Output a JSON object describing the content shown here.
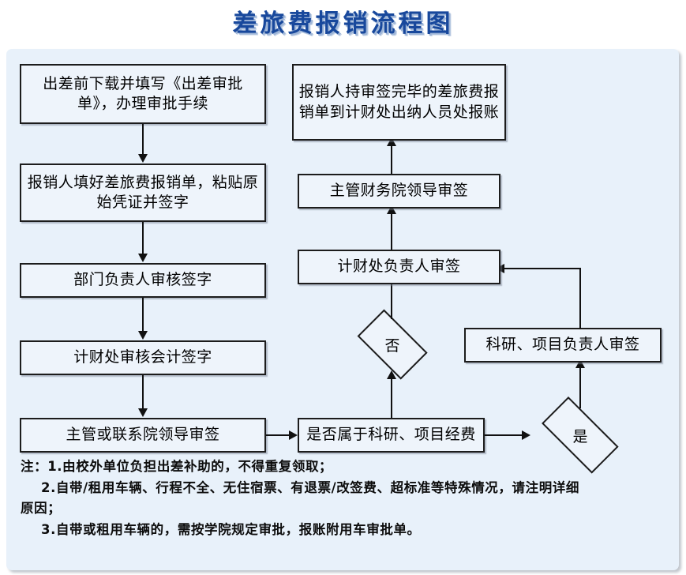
{
  "title": "差旅费报销流程图",
  "theme": {
    "title_color": "#18489c",
    "panel_bg": "#e8f1fa",
    "node_bg": "#eef4fb",
    "node_border": "#1c1c1c",
    "connector": "#111111",
    "page_bg": "#ffffff"
  },
  "flow": {
    "nodes": {
      "n1": {
        "label": "出差前下载并填写《出差审批单》，办理审批手续",
        "type": "process"
      },
      "n2": {
        "label": "报销人填好差旅费报销单，粘贴原始凭证并签字",
        "type": "process"
      },
      "n3": {
        "label": "部门负责人审核签字",
        "type": "process"
      },
      "n4": {
        "label": "计财处审核会计签字",
        "type": "process"
      },
      "n5": {
        "label": "主管或联系院领导审签",
        "type": "process"
      },
      "n6": {
        "label": "是否属于科研、项目经费",
        "type": "process"
      },
      "n7": {
        "label": "科研、项目负责人审签",
        "type": "process"
      },
      "n8": {
        "label": "计财处负责人审签",
        "type": "process"
      },
      "n9": {
        "label": "主管财务院领导审签",
        "type": "process"
      },
      "n10": {
        "label": "报销人持审签完毕的差旅费报销单到计财处出纳人员处报账",
        "type": "process"
      },
      "d_no": {
        "label": "否",
        "type": "decision"
      },
      "d_yes": {
        "label": "是",
        "type": "decision"
      }
    },
    "edges": [
      {
        "from": "n1",
        "to": "n2",
        "label": ""
      },
      {
        "from": "n2",
        "to": "n3",
        "label": ""
      },
      {
        "from": "n3",
        "to": "n4",
        "label": ""
      },
      {
        "from": "n4",
        "to": "n5",
        "label": ""
      },
      {
        "from": "n5",
        "to": "n6",
        "label": ""
      },
      {
        "from": "n6",
        "to": "d_yes",
        "label": "是"
      },
      {
        "from": "d_yes",
        "to": "n7",
        "label": ""
      },
      {
        "from": "n7",
        "to": "n8",
        "label": ""
      },
      {
        "from": "n6",
        "to": "d_no",
        "label": "否"
      },
      {
        "from": "d_no",
        "to": "n8",
        "label": ""
      },
      {
        "from": "n8",
        "to": "n9",
        "label": ""
      },
      {
        "from": "n9",
        "to": "n10",
        "label": ""
      }
    ]
  },
  "notes": {
    "line1": "注：1.由校外单位负担出差补助的，不得重复领取；",
    "line2": "2.自带/租用车辆、行程不全、无住宿票、有退票/改签费、超标准等特殊情况，请注明详细",
    "line3": "原因；",
    "line4": "3.自带或租用车辆的，需按学院规定审批，报账附用车审批单。"
  }
}
